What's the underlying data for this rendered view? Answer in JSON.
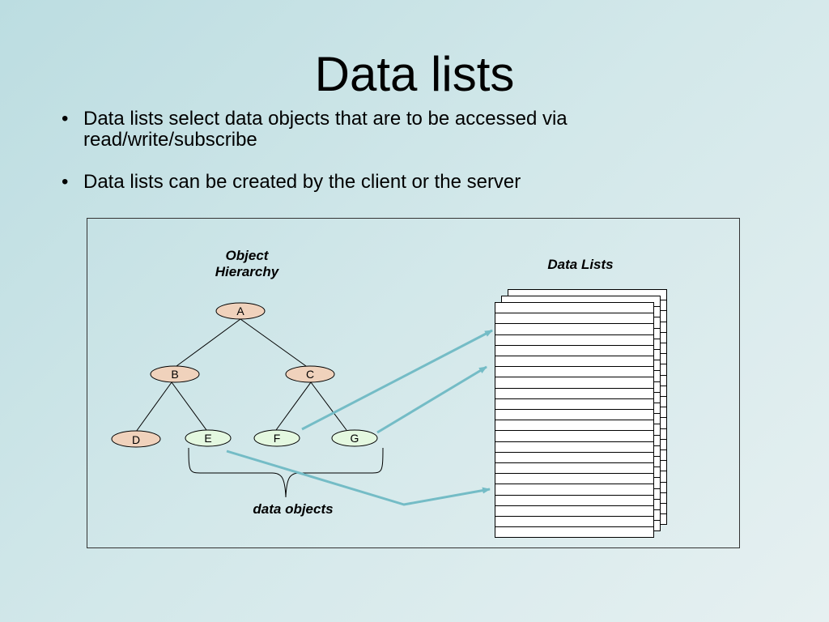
{
  "slide": {
    "title": "Data lists",
    "bullets": [
      "Data lists select data objects that are to be accessed via read/write/subscribe",
      "Data lists can be created by the client or the server"
    ]
  },
  "diagram": {
    "hierarchy_label_line1": "Object",
    "hierarchy_label_line2": "Hierarchy",
    "data_lists_label": "Data Lists",
    "data_objects_label": "data objects",
    "nodes": {
      "A": "A",
      "B": "B",
      "C": "C",
      "D": "D",
      "E": "E",
      "F": "F",
      "G": "G"
    },
    "colors": {
      "internal_node": "#f0d2bc",
      "data_object_node": "#e4f8e0",
      "arrow": "#74bcc6"
    }
  }
}
